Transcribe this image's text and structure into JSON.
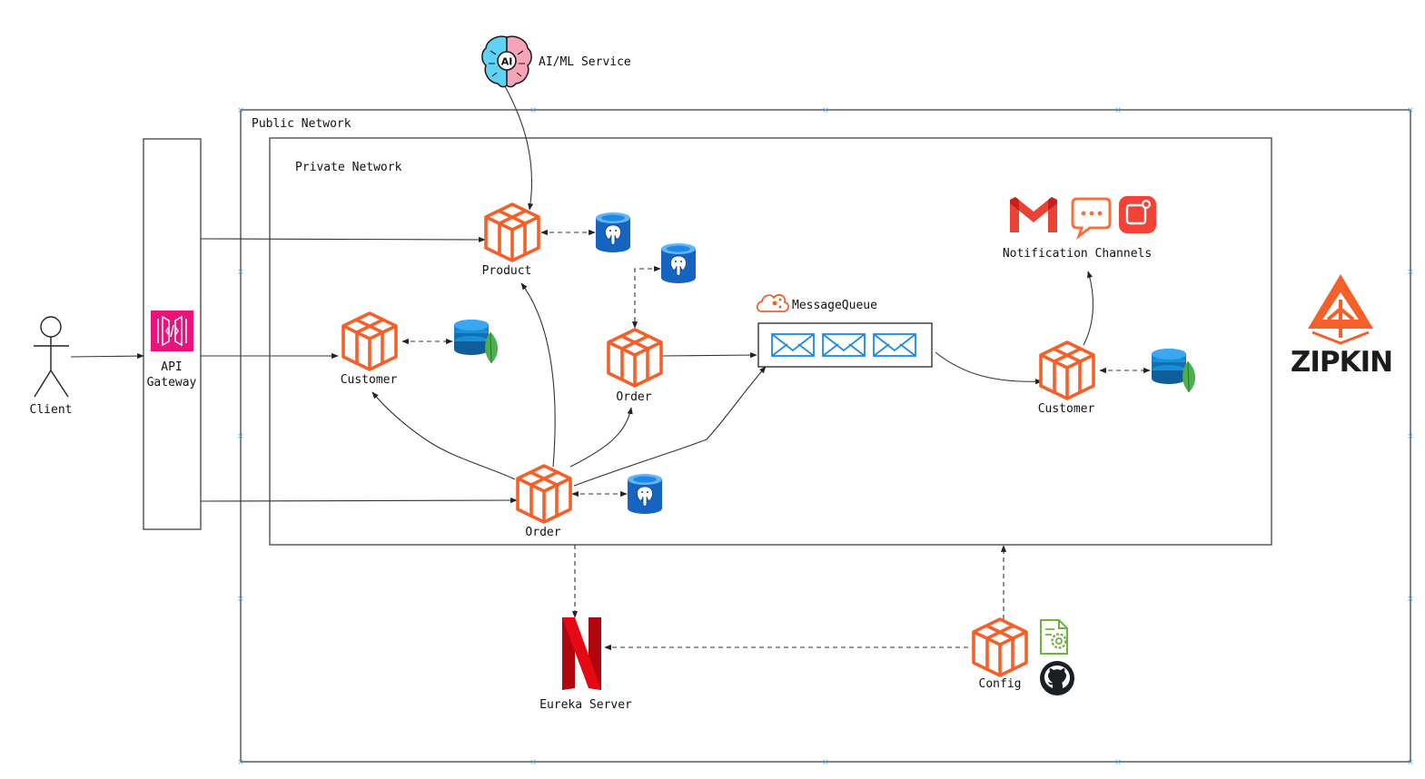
{
  "regions": {
    "public_network": "Public Network",
    "private_network": "Private Network"
  },
  "actors": {
    "client": "Client"
  },
  "gateway": {
    "label_line1": "API",
    "label_line2": "Gateway"
  },
  "services": {
    "ai_ml": "AI/ML Service",
    "product": "Product",
    "customer_left": "Customer",
    "order_mid": "Order",
    "order_bottom": "Order",
    "customer_right": "Customer",
    "config": "Config",
    "eureka": "Eureka Server"
  },
  "message_queue": {
    "label": "MessageQueue"
  },
  "notifications": {
    "label": "Notification Channels"
  },
  "tracing": {
    "logo_text": "ZIPKIN"
  },
  "colors": {
    "service_orange": "#F4602A",
    "gateway_pink": "#E7157B",
    "postgres_blue": "#1565C0",
    "mongo_green": "#4CAF50",
    "netflix_red": "#E50914",
    "queue_blue": "#1E88E5",
    "gmail_red": "#EA4335",
    "sms_orange": "#F9703E",
    "notif_red": "#F44336",
    "config_green": "#6DB33F",
    "github_dark": "#1B1F23",
    "brain_blue": "#5ED3F3",
    "brain_pink": "#F6A5B8"
  }
}
